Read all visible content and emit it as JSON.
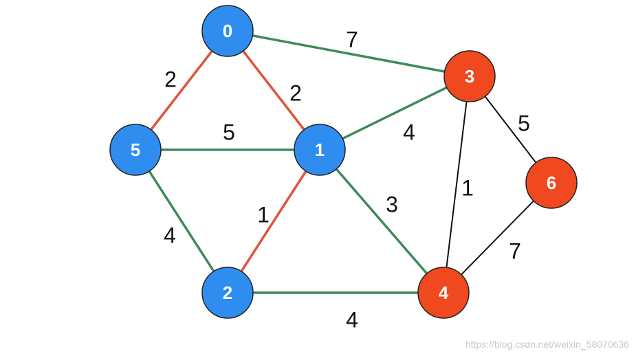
{
  "graph": {
    "colors": {
      "red": "#e0533a",
      "green": "#3f8a5c",
      "black": "#111111",
      "blue_node": "#2f8df0",
      "red_node": "#f0481f"
    },
    "nodes": [
      {
        "id": "0",
        "label": "0",
        "color": "blue_node"
      },
      {
        "id": "1",
        "label": "1",
        "color": "blue_node"
      },
      {
        "id": "2",
        "label": "2",
        "color": "blue_node"
      },
      {
        "id": "3",
        "label": "3",
        "color": "red_node"
      },
      {
        "id": "4",
        "label": "4",
        "color": "red_node"
      },
      {
        "id": "5",
        "label": "5",
        "color": "blue_node"
      },
      {
        "id": "6",
        "label": "6",
        "color": "red_node"
      }
    ],
    "edges": [
      {
        "from": "0",
        "to": "5",
        "weight": "2",
        "color": "red"
      },
      {
        "from": "0",
        "to": "1",
        "weight": "2",
        "color": "red"
      },
      {
        "from": "1",
        "to": "2",
        "weight": "1",
        "color": "red"
      },
      {
        "from": "0",
        "to": "3",
        "weight": "7",
        "color": "green"
      },
      {
        "from": "5",
        "to": "1",
        "weight": "5",
        "color": "green"
      },
      {
        "from": "1",
        "to": "3",
        "weight": "4",
        "color": "green"
      },
      {
        "from": "1",
        "to": "4",
        "weight": "3",
        "color": "green"
      },
      {
        "from": "5",
        "to": "2",
        "weight": "4",
        "color": "green"
      },
      {
        "from": "2",
        "to": "4",
        "weight": "4",
        "color": "green"
      },
      {
        "from": "3",
        "to": "4",
        "weight": "1",
        "color": "black"
      },
      {
        "from": "3",
        "to": "6",
        "weight": "5",
        "color": "black"
      },
      {
        "from": "4",
        "to": "6",
        "weight": "7",
        "color": "black"
      }
    ]
  },
  "watermark": "https://blog.csdn.net/weixin_58070636"
}
